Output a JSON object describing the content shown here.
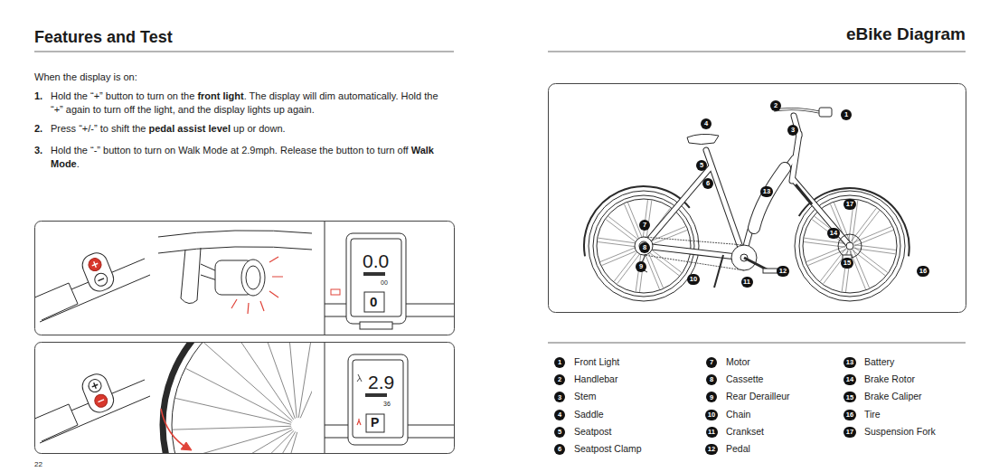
{
  "diagram": {
    "title": "Features and Test",
    "nodes": [
      {
        "text": [
          "1"
        ]
      },
      {
        "text": [
          "2"
        ]
      },
      {
        "text": [
          "3"
        ]
      },
      {
        "text": [
          "4"
        ]
      },
      {
        "text": [
          "5"
        ]
      },
      {
        "text": [
          "6"
        ]
      },
      {
        "text": [
          "7"
        ]
      },
      {
        "text": [
          "8"
        ]
      },
      {
        "text": [
          "9"
        ]
      },
      {
        "text": [
          "10"
        ]
      },
      {
        "text": [
          "11"
        ]
      },
      {
        "text": [
          "12"
        ]
      },
      {
        "text": [
          "13"
        ]
      },
      {
        "text": [
          "14"
        ]
      },
      {
        "text": [
          "15"
        ]
      },
      {
        "text": [
          "16"
        ]
      },
      {
        "text": [
          "17"
        ]
      },
      {
        "text": [
          "1"
        ]
      },
      {
        "text": [
          "2"
        ]
      },
      {
        "text": [
          "3"
        ]
      },
      {
        "text": [
          "4"
        ]
      },
      {
        "text": [
          "5"
        ]
      },
      {
        "text": [
          "6"
        ]
      },
      {
        "text": [
          "7"
        ]
      },
      {
        "text": [
          "8"
        ]
      },
      {
        "text": [
          "9"
        ]
      },
      {
        "text": [
          "10"
        ]
      },
      {
        "text": [
          "11"
        ]
      },
      {
        "text": [
          "12"
        ]
      },
      {
        "text": [
          "13"
        ]
      },
      {
        "text": [
          "14"
        ]
      },
      {
        "text": [
          "15"
        ]
      },
      {
        "text": [
          "16"
        ]
      },
      {
        "text": [
          "17"
        ]
      }
    ],
    "labels": [
      "eBike Diagram",
      "When the display is on:",
      "1.",
      "Hold the “+” button to turn on the",
      "front light",
      ". The display will dim automatically. Hold the “+” again to turn off the light, and the display lights up again.",
      "2.",
      "Press “+/-” to shift the",
      "pedal assist level",
      "up or down.",
      "3.",
      "Hold the “-” button to turn on Walk Mode at 2.9mph. Release the button to turn off",
      "Walk Mode",
      ".",
      "0.0",
      "00",
      "0",
      "2.9",
      "36",
      "P",
      "Front Light",
      "Handlebar",
      "Stem",
      "Saddle",
      "Seatpost",
      "Seatpost Clamp",
      "Motor",
      "Cassette",
      "Rear Derailleur",
      "Chain",
      "Crankset",
      "Pedal",
      "Battery",
      "Brake Rotor",
      "Brake Caliper",
      "Tire",
      "Suspension Fork",
      "22"
    ]
  }
}
